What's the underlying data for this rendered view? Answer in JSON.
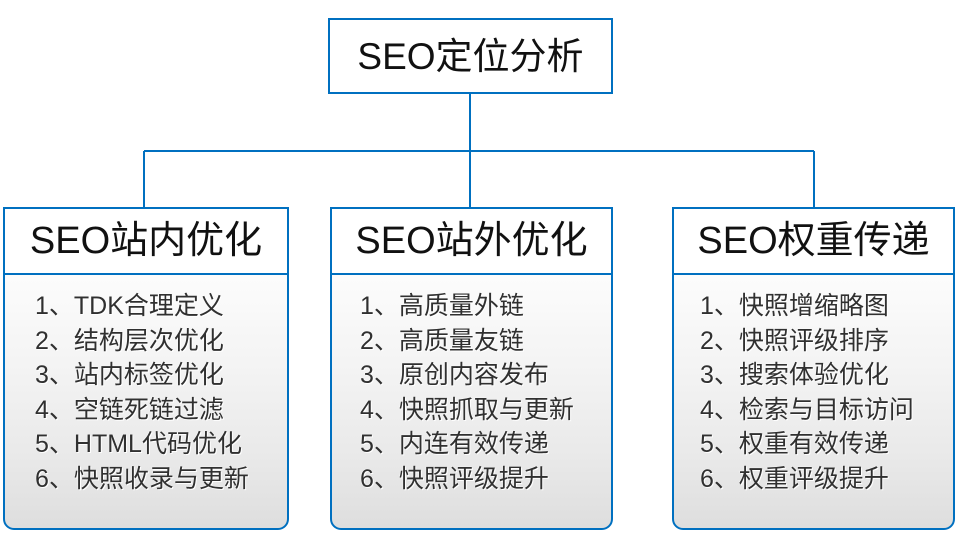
{
  "diagram": {
    "type": "hierarchy-tree",
    "root": {
      "label": "SEO定位分析"
    },
    "accent_color": "#0070c0",
    "text_color": "#111111",
    "item_text_color": "#303030",
    "branches": [
      {
        "header": "SEO站内优化",
        "items": [
          "1、TDK合理定义",
          "2、结构层次优化",
          "3、站内标签优化",
          "4、空链死链过滤",
          "5、HTML代码优化",
          "6、快照收录与更新"
        ]
      },
      {
        "header": "SEO站外优化",
        "items": [
          "1、高质量外链",
          "2、高质量友链",
          "3、原创内容发布",
          "4、快照抓取与更新",
          "5、内连有效传递",
          "6、快照评级提升"
        ]
      },
      {
        "header": "SEO权重传递",
        "items": [
          "1、快照增缩略图",
          "2、快照评级排序",
          "3、搜索体验优化",
          "4、检索与目标访问",
          "5、权重有效传递",
          "6、权重评级提升"
        ]
      }
    ]
  }
}
